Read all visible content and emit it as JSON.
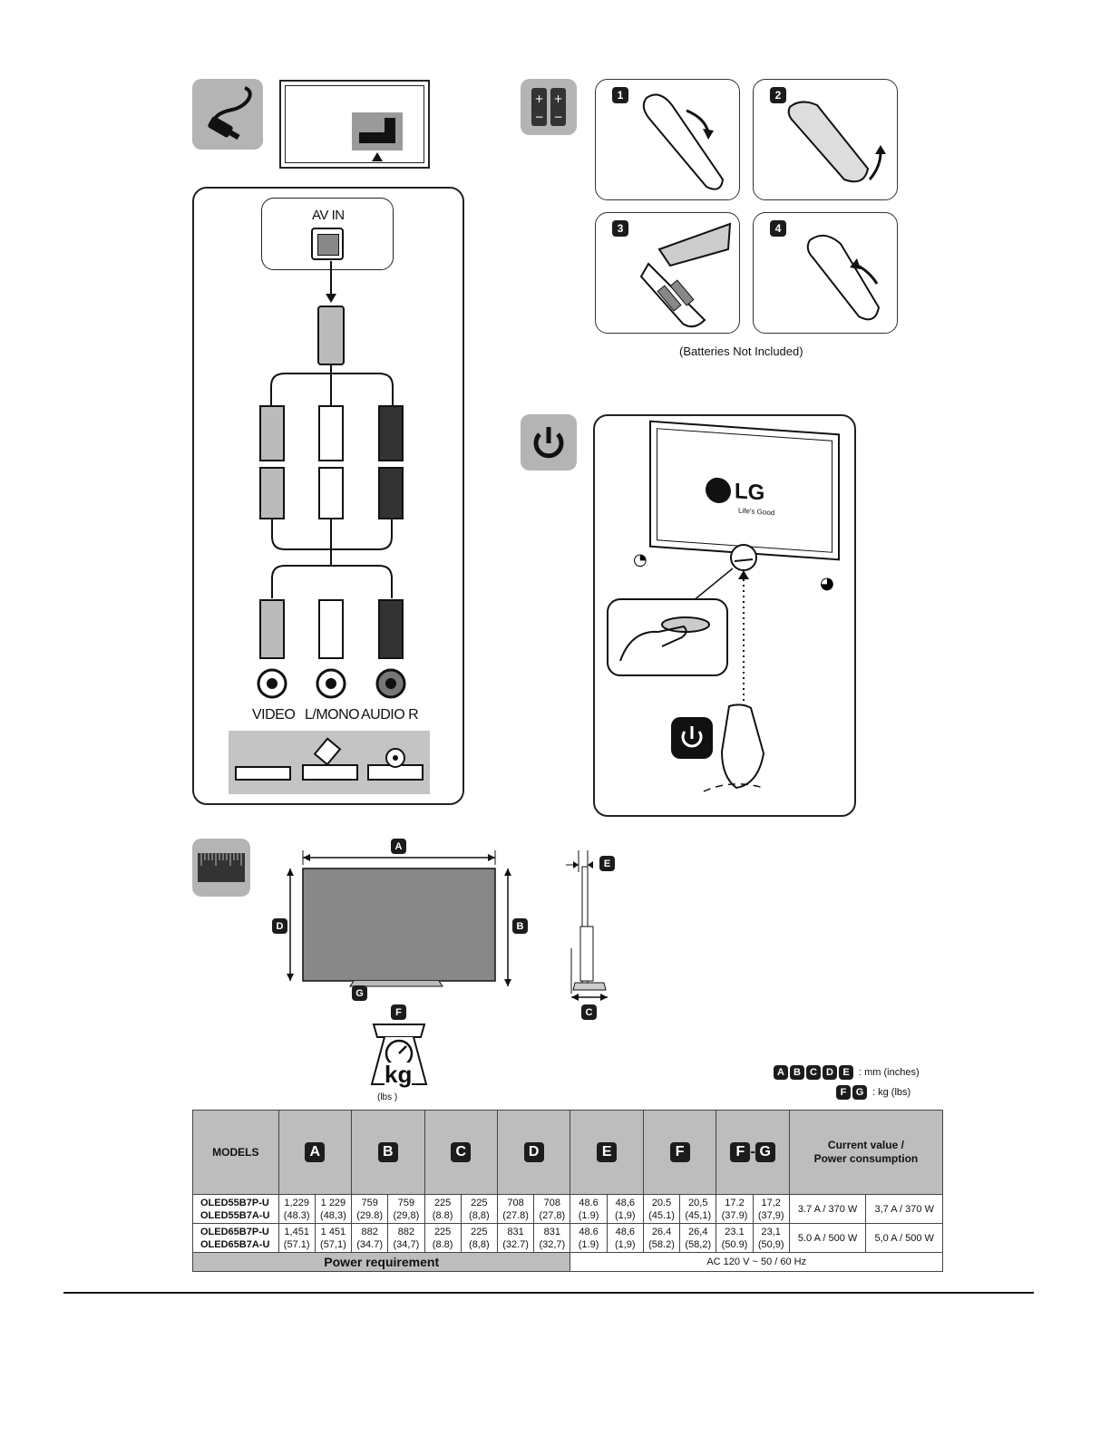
{
  "connection": {
    "av_in_label": "AV IN",
    "jacks": [
      "VIDEO",
      "L/MONO",
      "AUDIO R"
    ]
  },
  "remote": {
    "steps": [
      "1",
      "2",
      "3",
      "4"
    ],
    "note": "(Batteries Not Included)"
  },
  "power": {
    "brand": "LG",
    "tagline": "Life's Good"
  },
  "dimensions": {
    "letters": [
      "A",
      "B",
      "C",
      "D",
      "E",
      "F",
      "G"
    ],
    "weight_unit": "kg",
    "weight_sub": "(lbs )",
    "legend_mm": ": mm (inches)",
    "legend_kg": ": kg (lbs)"
  },
  "table": {
    "models_header": "MODELS",
    "fg_header": "F-G",
    "current_header_1": "Current value /",
    "current_header_2": "Power consumption",
    "rows": [
      {
        "model_1": "OLED55B7P-U",
        "model_2": "OLED55B7A-U",
        "cells": [
          [
            "1,229",
            "(48.3)"
          ],
          [
            "1 229",
            "(48,3)"
          ],
          [
            "759",
            "(29.8)"
          ],
          [
            "759",
            "(29,8)"
          ],
          [
            "225",
            "(8.8)"
          ],
          [
            "225",
            "(8,8)"
          ],
          [
            "708",
            "(27.8)"
          ],
          [
            "708",
            "(27,8)"
          ],
          [
            "48.6",
            "(1.9)"
          ],
          [
            "48,6",
            "(1,9)"
          ],
          [
            "20.5",
            "(45.1)"
          ],
          [
            "20,5",
            "(45,1)"
          ],
          [
            "17.2",
            "(37.9)"
          ],
          [
            "17,2",
            "(37,9)"
          ]
        ],
        "power_1": "3.7 A / 370 W",
        "power_2": "3,7 A / 370 W"
      },
      {
        "model_1": "OLED65B7P-U",
        "model_2": "OLED65B7A-U",
        "cells": [
          [
            "1,451",
            "(57.1)"
          ],
          [
            "1 451",
            "(57,1)"
          ],
          [
            "882",
            "(34.7)"
          ],
          [
            "882",
            "(34,7)"
          ],
          [
            "225",
            "(8.8)"
          ],
          [
            "225",
            "(8,8)"
          ],
          [
            "831",
            "(32.7)"
          ],
          [
            "831",
            "(32,7)"
          ],
          [
            "48.6",
            "(1.9)"
          ],
          [
            "48,6",
            "(1,9)"
          ],
          [
            "26.4",
            "(58.2)"
          ],
          [
            "26,4",
            "(58,2)"
          ],
          [
            "23.1",
            "(50.9)"
          ],
          [
            "23,1",
            "(50,9)"
          ]
        ],
        "power_1": "5.0 A / 500 W",
        "power_2": "5,0 A / 500 W"
      }
    ],
    "power_requirement_label": "Power requirement",
    "power_requirement_value": "AC 120 V ~ 50 / 60 Hz"
  }
}
